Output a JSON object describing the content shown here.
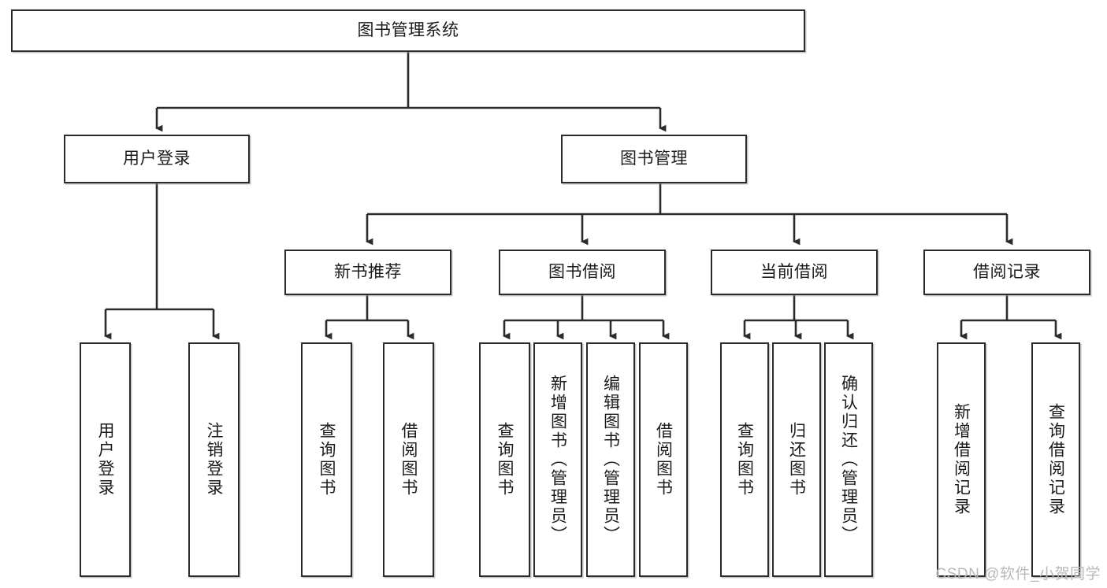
{
  "diagram": {
    "type": "tree-hierarchy-chart",
    "title_node": {
      "label": "图书管理系统"
    },
    "level2": [
      {
        "id": "user-login",
        "label": "用户登录"
      },
      {
        "id": "book-management",
        "label": "图书管理"
      }
    ],
    "level3": [
      {
        "id": "new-book-recommend",
        "label": "新书推荐"
      },
      {
        "id": "book-borrow",
        "label": "图书借阅"
      },
      {
        "id": "current-borrow",
        "label": "当前借阅"
      },
      {
        "id": "borrow-record",
        "label": "借阅记录"
      }
    ],
    "leaves": [
      {
        "id": "leaf-user-login",
        "label": "用户登录"
      },
      {
        "id": "leaf-logout-login",
        "label": "注销登录"
      },
      {
        "id": "leaf-query-book-1",
        "label": "查询图书"
      },
      {
        "id": "leaf-borrow-book-1",
        "label": "借阅图书"
      },
      {
        "id": "leaf-query-book-2",
        "label": "查询图书"
      },
      {
        "id": "leaf-add-book",
        "label": "新增图书（管理员）"
      },
      {
        "id": "leaf-edit-book",
        "label": "编辑图书（管理员）"
      },
      {
        "id": "leaf-borrow-book-2",
        "label": "借阅图书"
      },
      {
        "id": "leaf-query-book-3",
        "label": "查询图书"
      },
      {
        "id": "leaf-return-book",
        "label": "归还图书"
      },
      {
        "id": "leaf-confirm-return",
        "label": "确认归还（管理员）"
      },
      {
        "id": "leaf-add-borrow-record",
        "label": "新增借阅记录"
      },
      {
        "id": "leaf-query-borrow-record",
        "label": "查询借阅记录"
      }
    ],
    "watermark": "CSDN @软件_小贺同学",
    "colors": {
      "stroke": "#2b2b2b",
      "fill": "#ffffff",
      "text": "#1b1b1b",
      "watermark": "#b9b9b9"
    }
  }
}
